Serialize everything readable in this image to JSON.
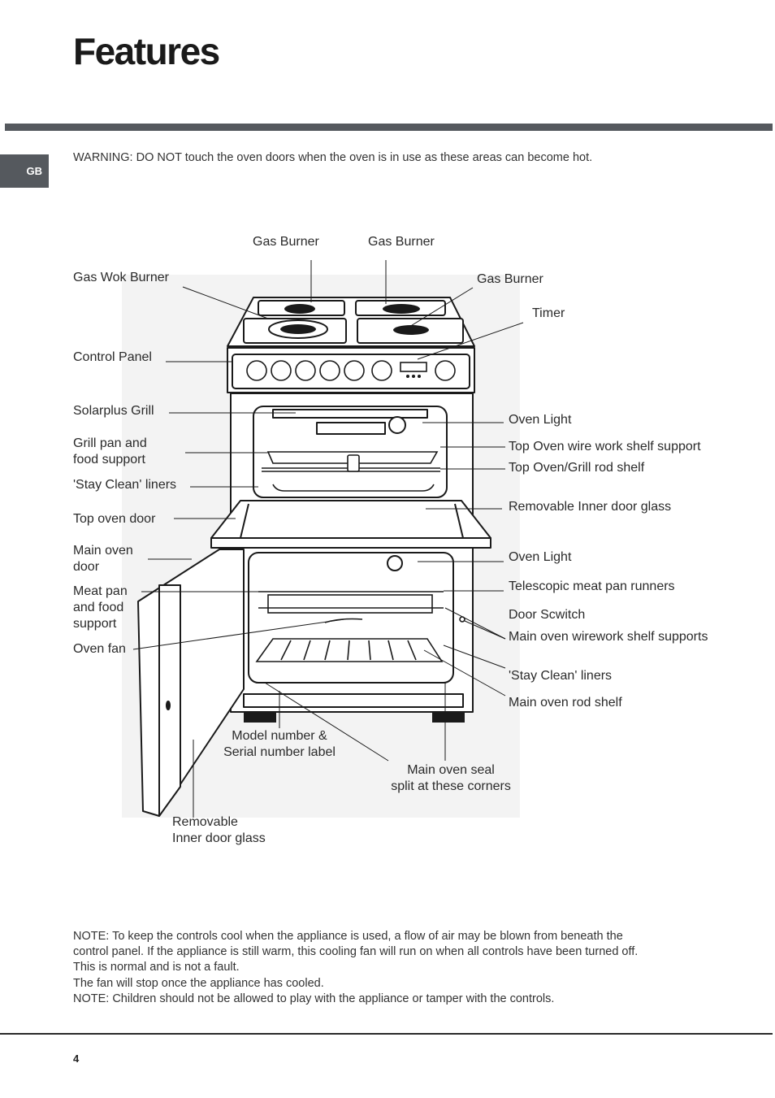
{
  "page": {
    "title": "Features",
    "language_tab": "GB",
    "warning": "WARNING: DO NOT touch the oven doors when the oven is in use as these areas can become hot.",
    "page_number": "4"
  },
  "labels": {
    "gas_burner_1": "Gas Burner",
    "gas_burner_2": "Gas Burner",
    "gas_burner_3": "Gas Burner",
    "gas_wok_burner": "Gas Wok Burner",
    "timer": "Timer",
    "control_panel": "Control Panel",
    "solarplus_grill": "Solarplus Grill",
    "grill_pan_1": "Grill pan and",
    "grill_pan_2": "food support",
    "stay_clean_left": "'Stay Clean' liners",
    "top_oven_door": "Top oven door",
    "main_oven_door_1": "Main oven",
    "main_oven_door_2": "door",
    "meat_pan_1": "Meat pan",
    "meat_pan_2": "and food",
    "meat_pan_3": "support",
    "oven_fan": "Oven fan",
    "oven_light_top": "Oven Light",
    "top_oven_wire_shelf": "Top Oven wire work shelf support",
    "top_oven_grill_rod": "Top Oven/Grill rod shelf",
    "removable_inner_glass_top": "Removable Inner door glass",
    "oven_light_main": "Oven Light",
    "telescopic_runners": "Telescopic meat pan runners",
    "door_switch": "Door Scwitch",
    "main_oven_wirework": "Main oven wirework shelf supports",
    "stay_clean_right": "'Stay Clean' liners",
    "main_oven_rod_shelf": "Main oven rod shelf",
    "model_number_1": "Model number &",
    "model_number_2": "Serial number label",
    "main_oven_seal_1": "Main oven seal",
    "main_oven_seal_2": "split at these corners",
    "removable_door_glass_1": "Removable",
    "removable_door_glass_2": "Inner door glass"
  },
  "notes": [
    "NOTE: To keep the controls cool when the appliance is used, a flow of air may be blown from beneath the",
    "control panel. If the appliance is still warm, this cooling fan will run on when all controls have been turned off.",
    "This is normal and is not a fault.",
    "The fan will stop once the appliance has cooled.",
    "NOTE: Children should not be allowed to play with the appliance or tamper with the controls."
  ]
}
